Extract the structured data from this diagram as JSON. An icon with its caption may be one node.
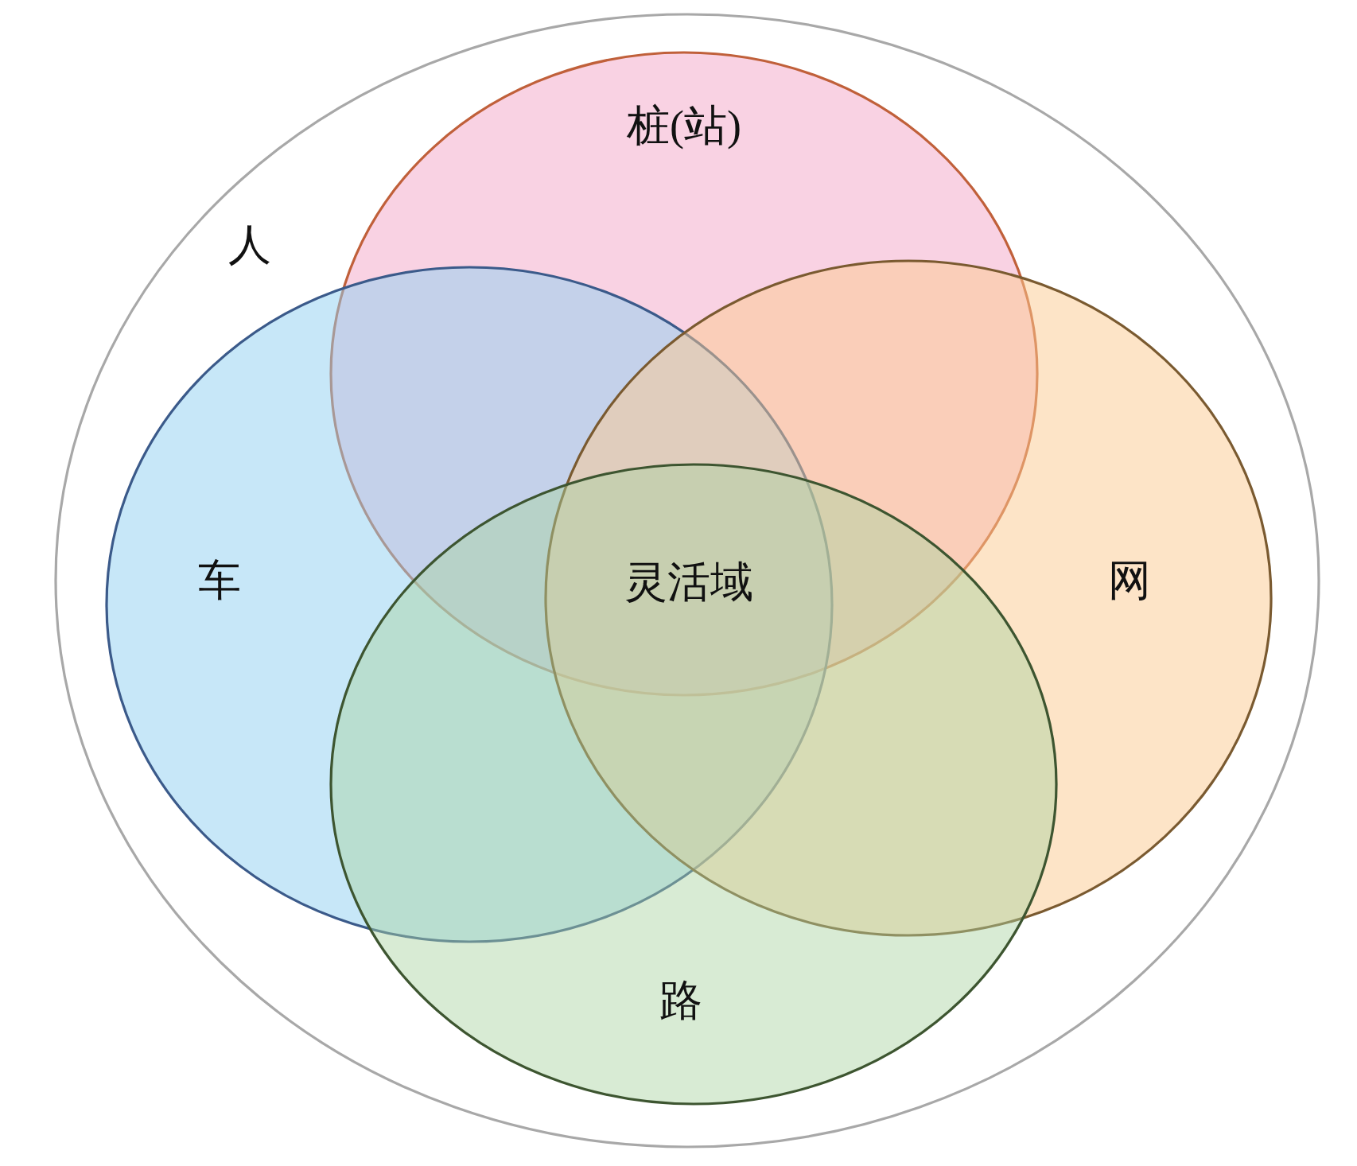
{
  "diagram": {
    "nodes": [
      {
        "text": [
          "人"
        ]
      },
      {
        "text": [
          "桩(站)"
        ],
        "in": 0
      },
      {
        "text": [
          "车"
        ],
        "in": 0
      },
      {
        "text": [
          "网"
        ],
        "in": 0
      },
      {
        "text": [
          "路"
        ],
        "in": 0
      }
    ],
    "labels": [
      "灵活域"
    ]
  }
}
